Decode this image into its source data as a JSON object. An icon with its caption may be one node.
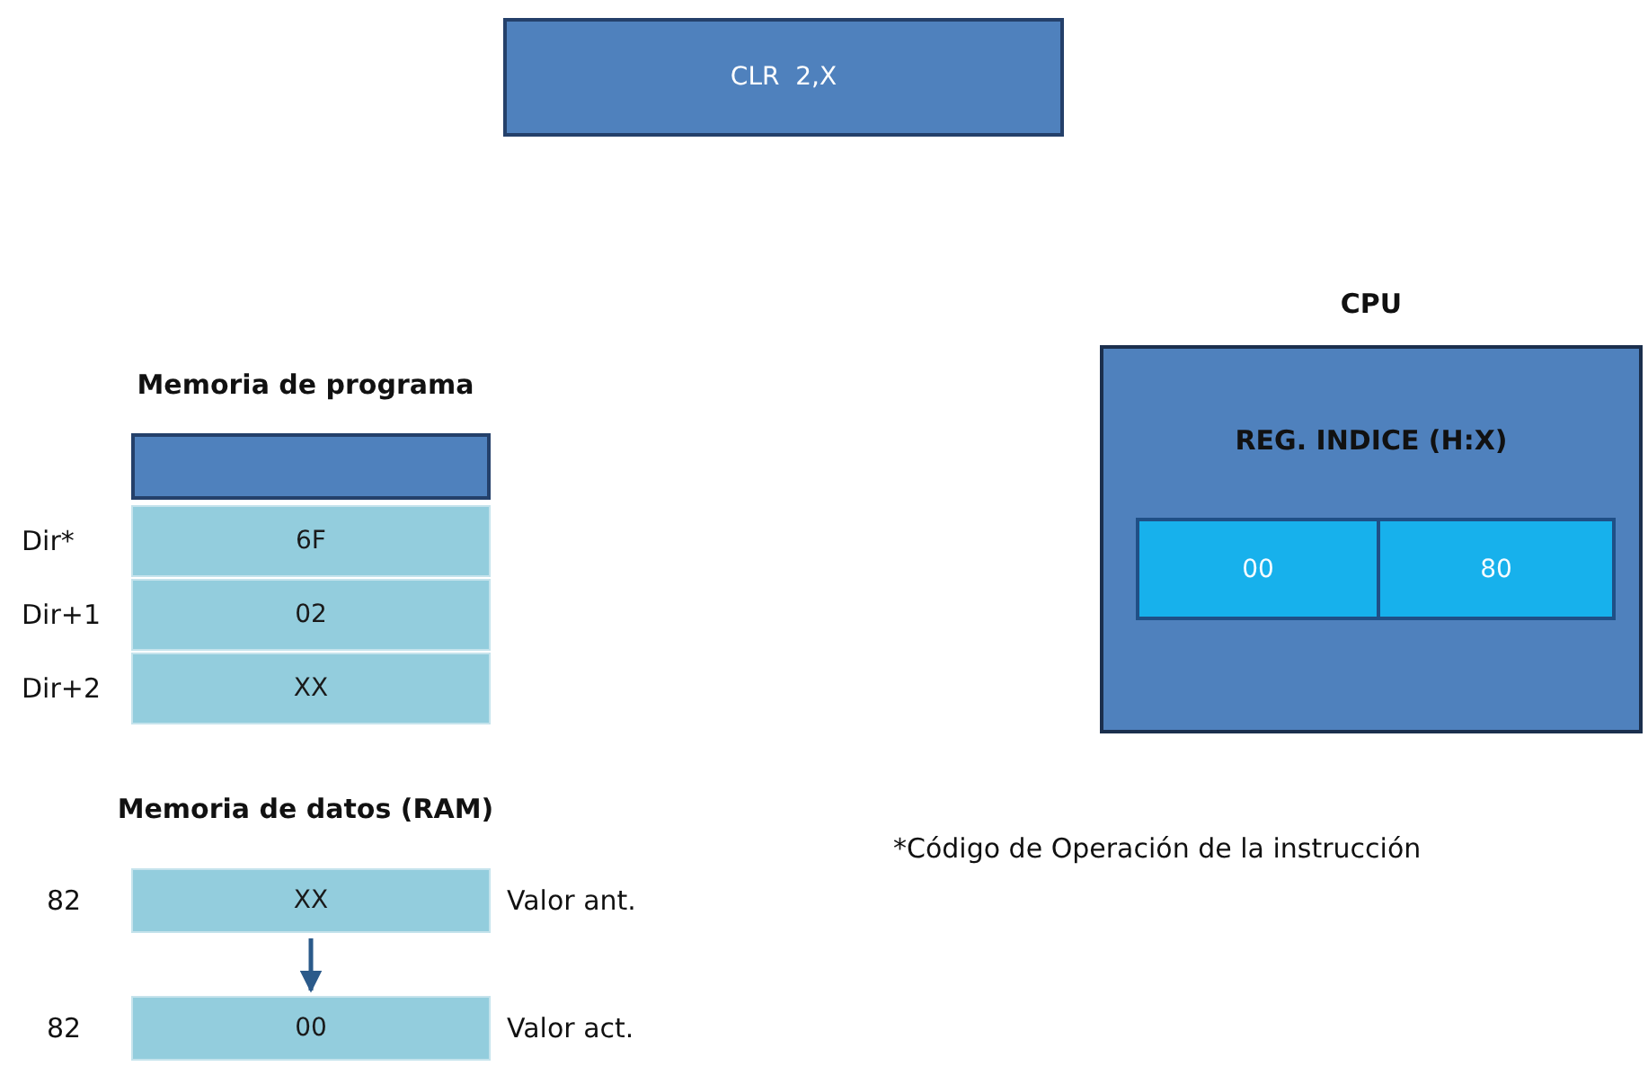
{
  "diagram": {
    "nodes": [
      {
        "text": [
          "CLR  2,X"
        ]
      },
      {
        "text": [],
        "shape": "box"
      },
      {
        "text": [
          "6F"
        ],
        "beside": [
          "Dir*"
        ]
      },
      {
        "text": [
          "02"
        ],
        "beside": [
          "Dir+1"
        ]
      },
      {
        "text": [
          "XX"
        ],
        "beside": [
          "Dir+2"
        ]
      },
      {
        "text": [
          "XX"
        ],
        "beside": [
          "82",
          "Valor ant."
        ]
      },
      {
        "text": [
          "00"
        ],
        "beside": [
          "82",
          "Valor act."
        ]
      },
      {
        "text": [
          "CPU",
          "REG. INDICE (H:X)"
        ]
      },
      {
        "text": [
          "00"
        ],
        "in": 7
      },
      {
        "text": [
          "80"
        ],
        "in": 7
      }
    ],
    "edges": [
      {
        "from": 5,
        "to": 6,
        "arrow": "to"
      }
    ],
    "labels": [
      "Memoria de programa",
      "Memoria de datos (RAM)",
      "*Código de Operación de la instrucción"
    ]
  }
}
